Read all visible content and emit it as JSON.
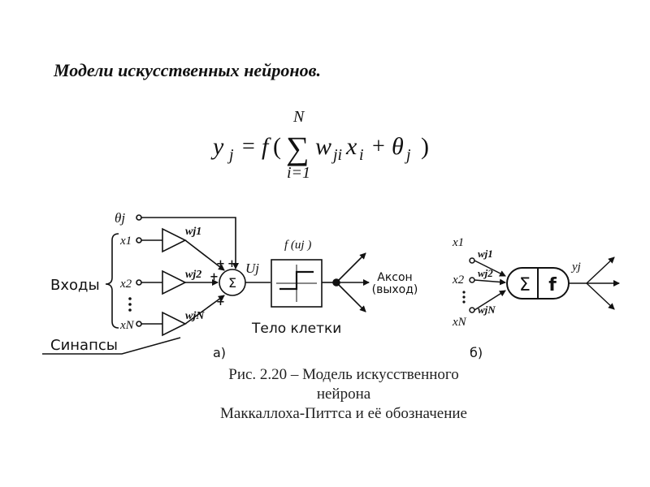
{
  "title": "Модели искусственных нейронов.",
  "formula": {
    "lhs": "y",
    "lhs_sub": "j",
    "eq": "=",
    "func": "f",
    "open": "(",
    "sum_top": "N",
    "sum_bottom": "i=1",
    "term_w": "w",
    "term_w_sub": "ji",
    "term_x": "x",
    "term_x_sub": "i",
    "plus": "+",
    "theta": "θ",
    "theta_sub": "j",
    "close": ")"
  },
  "diagram_a": {
    "theta_label": "θj",
    "inputs_label": "Входы",
    "inputs": [
      "x1",
      "x2",
      "xN"
    ],
    "weights": [
      "wj1",
      "wj2",
      "wjN"
    ],
    "sum_symbol": "Σ",
    "sum_output": "Uj",
    "activation_label": "f (uj )",
    "body_label": "Тело клетки",
    "axon_line1": "Аксон",
    "axon_line2": "(выход)",
    "synapses_label": "Синапсы",
    "plus_sign": "+",
    "panel_label": "а)"
  },
  "diagram_b": {
    "inputs": [
      "x1",
      "x2",
      "xN"
    ],
    "weights": [
      "wj1",
      "wj2",
      "wjN"
    ],
    "sum_symbol": "Σ",
    "func_symbol": "f",
    "output": "yj",
    "panel_label": "б)"
  },
  "caption": {
    "line1": "Рис. 2.20 – Модель искусственного",
    "line2": "нейрона",
    "line3": "Маккаллоха-Питтса и её обозначение"
  }
}
